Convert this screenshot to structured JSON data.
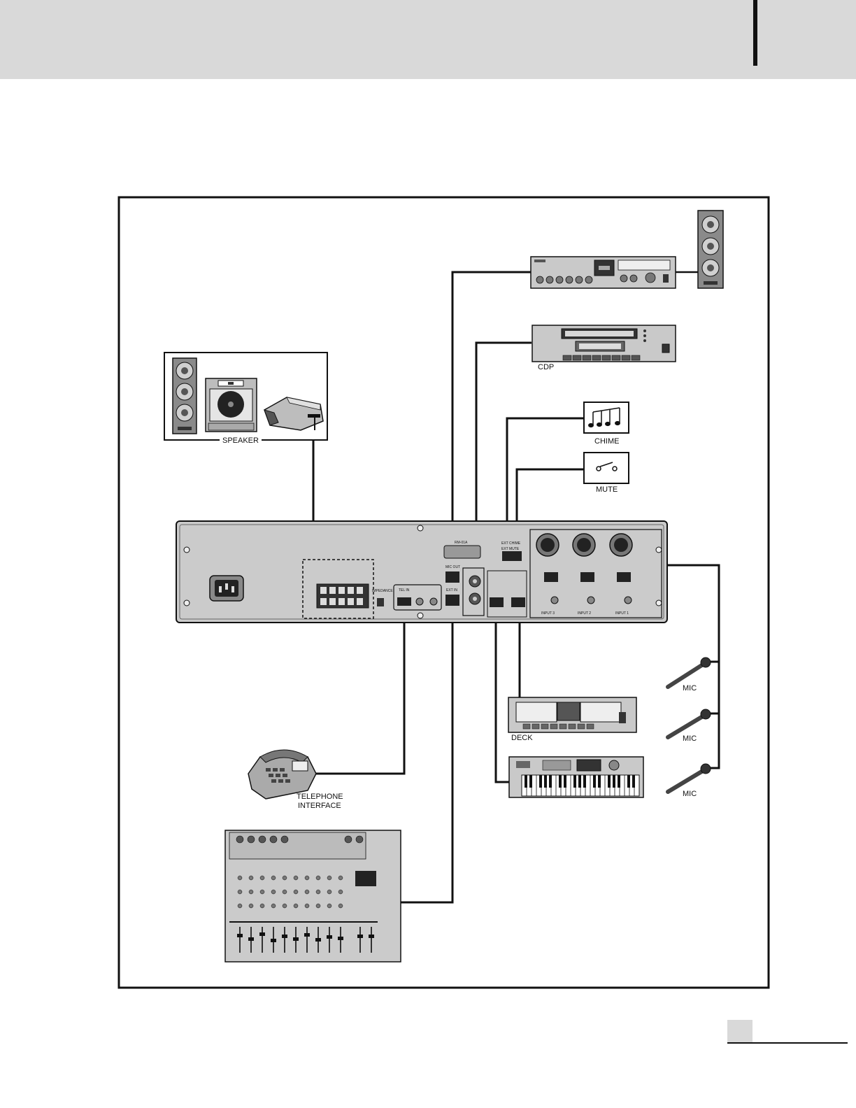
{
  "labels": {
    "speaker": "SPEAKER",
    "cdp": "CDP",
    "chime": "CHIME",
    "mute": "MUTE",
    "deck": "DECK",
    "mic_1": "MIC",
    "mic_2": "MIC",
    "mic_3": "MIC",
    "telephone_line1": "TELEPHONE",
    "telephone_line2": "INTERFACE"
  },
  "panel": {
    "rm_port": "RM-01A",
    "mic_out": "MIC OUT",
    "ext_in": "EXT IN",
    "tel_in": "TEL IN",
    "ext_chime": "EXT CHIME",
    "ext_mute": "EXT MUTE",
    "impedance": "IMPEDANCE",
    "input_3": "INPUT 3",
    "input_2": "INPUT 2",
    "input_1": "INPUT 1"
  },
  "colors": {
    "line": "#111111",
    "device_gray": "#bdbdbd",
    "header_gray": "#d9d9d9"
  }
}
